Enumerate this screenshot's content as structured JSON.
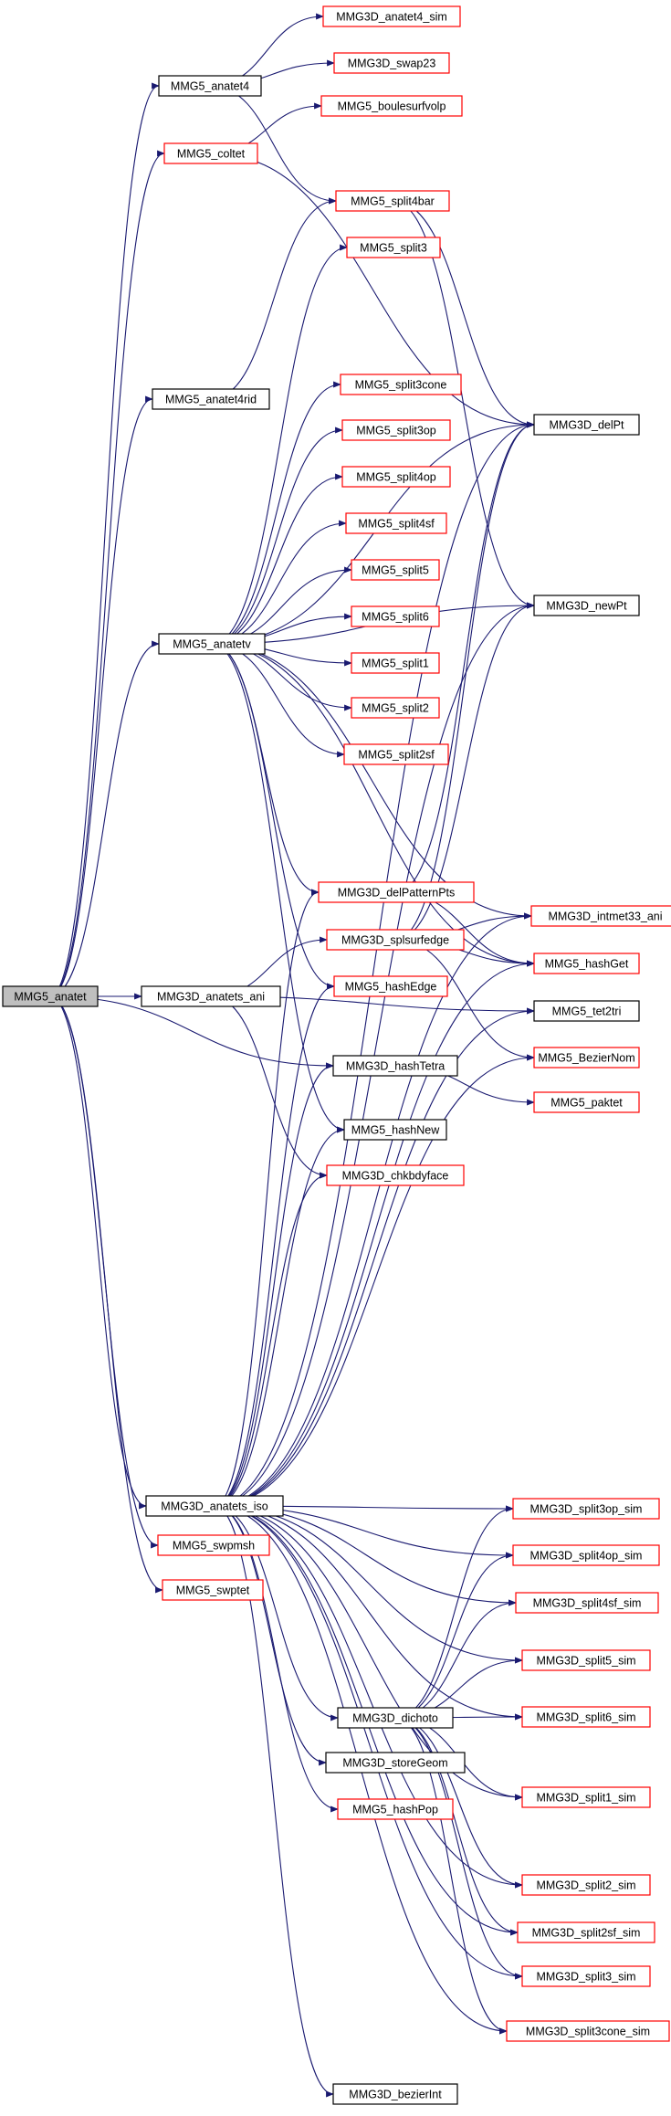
{
  "colors": {
    "edge": "#191970",
    "documented_border": "#000000",
    "undocumented_border": "#ff0000",
    "root_fill": "#bfbfbf"
  },
  "nodes": [
    {
      "id": "anatet",
      "label": "MMG5_anatet",
      "style": "root"
    },
    {
      "id": "anatet4",
      "label": "MMG5_anatet4",
      "style": "black"
    },
    {
      "id": "anatet4_sim",
      "label": "MMG3D_anatet4_sim",
      "style": "red"
    },
    {
      "id": "swap23",
      "label": "MMG3D_swap23",
      "style": "red"
    },
    {
      "id": "boulesurfvolp",
      "label": "MMG5_boulesurfvolp",
      "style": "red"
    },
    {
      "id": "coltet",
      "label": "MMG5_coltet",
      "style": "red"
    },
    {
      "id": "split4bar",
      "label": "MMG5_split4bar",
      "style": "red"
    },
    {
      "id": "split3",
      "label": "MMG5_split3",
      "style": "red"
    },
    {
      "id": "anatet4rid",
      "label": "MMG5_anatet4rid",
      "style": "black"
    },
    {
      "id": "split3cone",
      "label": "MMG5_split3cone",
      "style": "red"
    },
    {
      "id": "delPt",
      "label": "MMG3D_delPt",
      "style": "black"
    },
    {
      "id": "split3op",
      "label": "MMG5_split3op",
      "style": "red"
    },
    {
      "id": "split4op",
      "label": "MMG5_split4op",
      "style": "red"
    },
    {
      "id": "split4sf",
      "label": "MMG5_split4sf",
      "style": "red"
    },
    {
      "id": "split5",
      "label": "MMG5_split5",
      "style": "red"
    },
    {
      "id": "newPt",
      "label": "MMG3D_newPt",
      "style": "black"
    },
    {
      "id": "split6",
      "label": "MMG5_split6",
      "style": "red"
    },
    {
      "id": "anatetv",
      "label": "MMG5_anatetv",
      "style": "black"
    },
    {
      "id": "split1",
      "label": "MMG5_split1",
      "style": "red"
    },
    {
      "id": "split2",
      "label": "MMG5_split2",
      "style": "red"
    },
    {
      "id": "split2sf",
      "label": "MMG5_split2sf",
      "style": "red"
    },
    {
      "id": "delPatternPts",
      "label": "MMG3D_delPatternPts",
      "style": "red"
    },
    {
      "id": "intmet33_ani",
      "label": "MMG3D_intmet33_ani",
      "style": "red"
    },
    {
      "id": "splsurfedge",
      "label": "MMG3D_splsurfedge",
      "style": "red"
    },
    {
      "id": "hashGet",
      "label": "MMG5_hashGet",
      "style": "red"
    },
    {
      "id": "hashEdge",
      "label": "MMG5_hashEdge",
      "style": "red"
    },
    {
      "id": "anatets_ani",
      "label": "MMG3D_anatets_ani",
      "style": "black"
    },
    {
      "id": "tet2tri",
      "label": "MMG5_tet2tri",
      "style": "black"
    },
    {
      "id": "BezierNom",
      "label": "MMG5_BezierNom",
      "style": "red"
    },
    {
      "id": "hashTetra",
      "label": "MMG3D_hashTetra",
      "style": "black"
    },
    {
      "id": "paktet",
      "label": "MMG5_paktet",
      "style": "red"
    },
    {
      "id": "hashNew",
      "label": "MMG5_hashNew",
      "style": "black"
    },
    {
      "id": "chkbdyface",
      "label": "MMG3D_chkbdyface",
      "style": "red"
    },
    {
      "id": "anatets_iso",
      "label": "MMG3D_anatets_iso",
      "style": "black"
    },
    {
      "id": "split3op_sim",
      "label": "MMG3D_split3op_sim",
      "style": "red"
    },
    {
      "id": "swpmsh",
      "label": "MMG5_swpmsh",
      "style": "red"
    },
    {
      "id": "split4op_sim",
      "label": "MMG3D_split4op_sim",
      "style": "red"
    },
    {
      "id": "swptet",
      "label": "MMG5_swptet",
      "style": "red"
    },
    {
      "id": "split4sf_sim",
      "label": "MMG3D_split4sf_sim",
      "style": "red"
    },
    {
      "id": "split5_sim",
      "label": "MMG3D_split5_sim",
      "style": "red"
    },
    {
      "id": "dichoto",
      "label": "MMG3D_dichoto",
      "style": "black"
    },
    {
      "id": "split6_sim",
      "label": "MMG3D_split6_sim",
      "style": "red"
    },
    {
      "id": "storeGeom",
      "label": "MMG3D_storeGeom",
      "style": "black"
    },
    {
      "id": "split1_sim",
      "label": "MMG3D_split1_sim",
      "style": "red"
    },
    {
      "id": "hashPop",
      "label": "MMG5_hashPop",
      "style": "red"
    },
    {
      "id": "split2_sim",
      "label": "MMG3D_split2_sim",
      "style": "red"
    },
    {
      "id": "split2sf_sim",
      "label": "MMG3D_split2sf_sim",
      "style": "red"
    },
    {
      "id": "split3_sim",
      "label": "MMG3D_split3_sim",
      "style": "red"
    },
    {
      "id": "split3cone_sim",
      "label": "MMG3D_split3cone_sim",
      "style": "red"
    },
    {
      "id": "bezierInt",
      "label": "MMG3D_bezierInt",
      "style": "black"
    }
  ],
  "edges": [
    [
      "anatet",
      "anatet4"
    ],
    [
      "anatet",
      "coltet"
    ],
    [
      "anatet",
      "anatet4rid"
    ],
    [
      "anatet",
      "anatetv"
    ],
    [
      "anatet",
      "anatets_ani"
    ],
    [
      "anatet",
      "hashTetra"
    ],
    [
      "anatet",
      "anatets_iso"
    ],
    [
      "anatet",
      "swpmsh"
    ],
    [
      "anatet",
      "swptet"
    ],
    [
      "anatet4",
      "anatet4_sim"
    ],
    [
      "anatet4",
      "swap23"
    ],
    [
      "anatet4",
      "split4bar"
    ],
    [
      "coltet",
      "boulesurfvolp"
    ],
    [
      "coltet",
      "delPt"
    ],
    [
      "split4bar",
      "delPt"
    ],
    [
      "split4bar",
      "newPt"
    ],
    [
      "anatet4rid",
      "split4bar"
    ],
    [
      "anatetv",
      "split3"
    ],
    [
      "anatetv",
      "split3cone"
    ],
    [
      "anatetv",
      "split3op"
    ],
    [
      "anatetv",
      "split4op"
    ],
    [
      "anatetv",
      "split4sf"
    ],
    [
      "anatetv",
      "split5"
    ],
    [
      "anatetv",
      "split6"
    ],
    [
      "anatetv",
      "split1"
    ],
    [
      "anatetv",
      "split2"
    ],
    [
      "anatetv",
      "split2sf"
    ],
    [
      "anatetv",
      "delPt"
    ],
    [
      "anatetv",
      "newPt"
    ],
    [
      "anatetv",
      "delPatternPts"
    ],
    [
      "anatetv",
      "intmet33_ani"
    ],
    [
      "anatetv",
      "hashGet"
    ],
    [
      "anatetv",
      "hashEdge"
    ],
    [
      "anatetv",
      "hashNew"
    ],
    [
      "delPatternPts",
      "delPt"
    ],
    [
      "delPatternPts",
      "hashGet"
    ],
    [
      "splsurfedge",
      "delPt"
    ],
    [
      "splsurfedge",
      "newPt"
    ],
    [
      "splsurfedge",
      "intmet33_ani"
    ],
    [
      "splsurfedge",
      "hashGet"
    ],
    [
      "splsurfedge",
      "BezierNom"
    ],
    [
      "anatets_ani",
      "splsurfedge"
    ],
    [
      "anatets_ani",
      "tet2tri"
    ],
    [
      "anatets_ani",
      "chkbdyface"
    ],
    [
      "hashTetra",
      "paktet"
    ],
    [
      "anatets_iso",
      "delPt"
    ],
    [
      "anatets_iso",
      "newPt"
    ],
    [
      "anatets_iso",
      "delPatternPts"
    ],
    [
      "anatets_iso",
      "intmet33_ani"
    ],
    [
      "anatets_iso",
      "hashGet"
    ],
    [
      "anatets_iso",
      "hashEdge"
    ],
    [
      "anatets_iso",
      "tet2tri"
    ],
    [
      "anatets_iso",
      "BezierNom"
    ],
    [
      "anatets_iso",
      "hashTetra"
    ],
    [
      "anatets_iso",
      "hashNew"
    ],
    [
      "anatets_iso",
      "chkbdyface"
    ],
    [
      "anatets_iso",
      "split3op_sim"
    ],
    [
      "anatets_iso",
      "split4op_sim"
    ],
    [
      "anatets_iso",
      "split4sf_sim"
    ],
    [
      "anatets_iso",
      "split5_sim"
    ],
    [
      "anatets_iso",
      "dichoto"
    ],
    [
      "anatets_iso",
      "split6_sim"
    ],
    [
      "anatets_iso",
      "storeGeom"
    ],
    [
      "anatets_iso",
      "split1_sim"
    ],
    [
      "anatets_iso",
      "hashPop"
    ],
    [
      "anatets_iso",
      "split2_sim"
    ],
    [
      "anatets_iso",
      "split2sf_sim"
    ],
    [
      "anatets_iso",
      "split3_sim"
    ],
    [
      "anatets_iso",
      "split3cone_sim"
    ],
    [
      "anatets_iso",
      "bezierInt"
    ],
    [
      "dichoto",
      "split3op_sim"
    ],
    [
      "dichoto",
      "split4op_sim"
    ],
    [
      "dichoto",
      "split4sf_sim"
    ],
    [
      "dichoto",
      "split5_sim"
    ],
    [
      "dichoto",
      "split6_sim"
    ],
    [
      "dichoto",
      "split1_sim"
    ],
    [
      "dichoto",
      "split2_sim"
    ],
    [
      "dichoto",
      "split2sf_sim"
    ],
    [
      "dichoto",
      "split3_sim"
    ],
    [
      "dichoto",
      "split3cone_sim"
    ]
  ]
}
